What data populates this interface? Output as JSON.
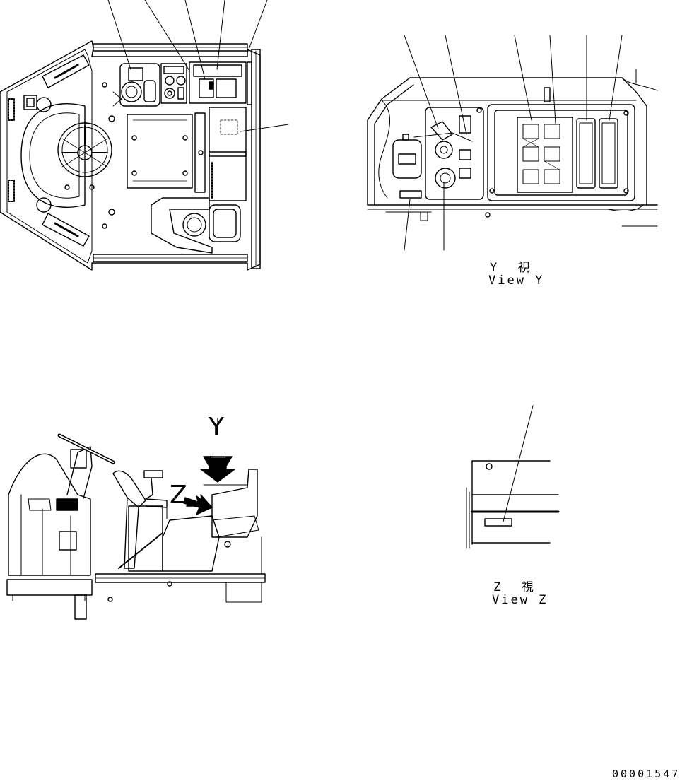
{
  "view_y": {
    "caption_jp": "Y  視",
    "caption_en": "View Y"
  },
  "view_z": {
    "caption_jp": "Z  視",
    "caption_en": "View Z"
  },
  "side_view": {
    "arrow_y_label": "Y",
    "arrow_z_label": "Z"
  },
  "drawing_number": "00001547"
}
